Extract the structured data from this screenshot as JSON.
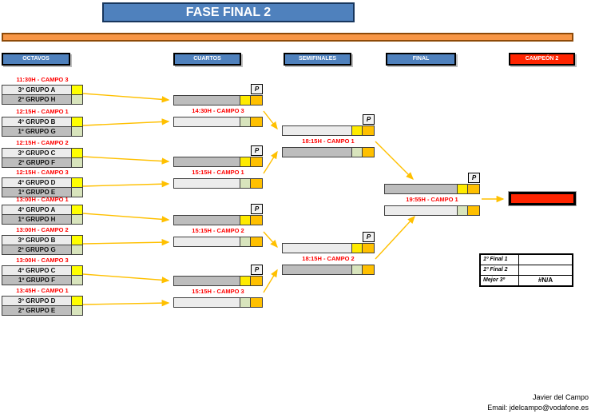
{
  "title": "FASE FINAL 2",
  "round_headers": {
    "octavos": "OCTAVOS",
    "cuartos": "CUARTOS",
    "semifinales": "SEMIFINALES",
    "final": "FINAL",
    "campeon": "CAMPEÓN 2"
  },
  "labels": {
    "penalty": "P"
  },
  "octavos": [
    {
      "time": "11:30H - CAMPO 3",
      "home": "3º GRUPO A",
      "away": "2º GRUPO H"
    },
    {
      "time": "12:15H - CAMPO 1",
      "home": "4º GRUPO B",
      "away": "1º GRUPO G"
    },
    {
      "time": "12:15H - CAMPO 2",
      "home": "3º GRUPO C",
      "away": "2º GRUPO F"
    },
    {
      "time": "12:15H - CAMPO 3",
      "home": "4º GRUPO D",
      "away": "1º GRUPO E"
    },
    {
      "time": "13:00H - CAMPO 1",
      "home": "4º GRUPO A",
      "away": "1º GRUPO H"
    },
    {
      "time": "13:00H - CAMPO 2",
      "home": "3º GRUPO B",
      "away": "2º GRUPO G"
    },
    {
      "time": "13:00H - CAMPO 3",
      "home": "4º GRUPO C",
      "away": "1º GRUPO F"
    },
    {
      "time": "13:45H - CAMPO 1",
      "home": "3º GRUPO D",
      "away": "2º GRUPO E"
    }
  ],
  "cuartos": [
    {
      "time": "14:30H - CAMPO 3"
    },
    {
      "time": "15:15H - CAMPO 1"
    },
    {
      "time": "15:15H - CAMPO 2"
    },
    {
      "time": "15:15H - CAMPO 3"
    }
  ],
  "semifinales": [
    {
      "time": "18:15H - CAMPO 1"
    },
    {
      "time": "18:15H - CAMPO 2"
    }
  ],
  "final": {
    "time": "19:55H - CAMPO 1"
  },
  "standings": {
    "rows": [
      {
        "label": "1º Final 1",
        "value": ""
      },
      {
        "label": "1º Final 2",
        "value": ""
      },
      {
        "label": "Mejor 3º",
        "value": "#N/A"
      }
    ]
  },
  "footer": {
    "name": "Javier del Campo",
    "email": "Email: jdelcampo@vodafone.es"
  },
  "colors": {
    "header_blue": "#4F81BD",
    "champion_red": "#FF2400",
    "bar_orange": "#F79646",
    "time_red": "#FF0000",
    "connector_yellow": "#FFC000",
    "cell_yellow": "#FFFF00",
    "cell_green": "#D8E4BC",
    "cell_orange": "#FFC000",
    "row_dark": "#BDBDBD",
    "row_light": "#ECECEC"
  }
}
